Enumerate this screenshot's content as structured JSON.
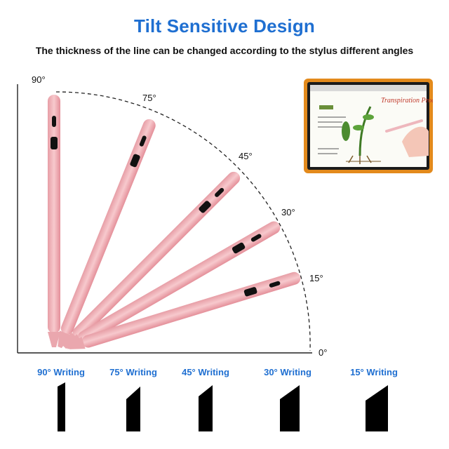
{
  "title": "Tilt Sensitive Design",
  "subtitle": "The thickness of the line can be changed according to the stylus different angles",
  "angles": [
    "90°",
    "75°",
    "45°",
    "30°",
    "15°",
    "0°"
  ],
  "writing_labels": [
    "90° Writing",
    "75° Writing",
    "45° Writing",
    "30° Writing",
    "15° Writing"
  ],
  "tablet": {
    "heading": "Transpiration Process"
  },
  "colors": {
    "title": "#1f6fd1",
    "pencil": "#f0b3b8",
    "tablet_frame": "#e38a1c",
    "stroke": "#000000"
  }
}
